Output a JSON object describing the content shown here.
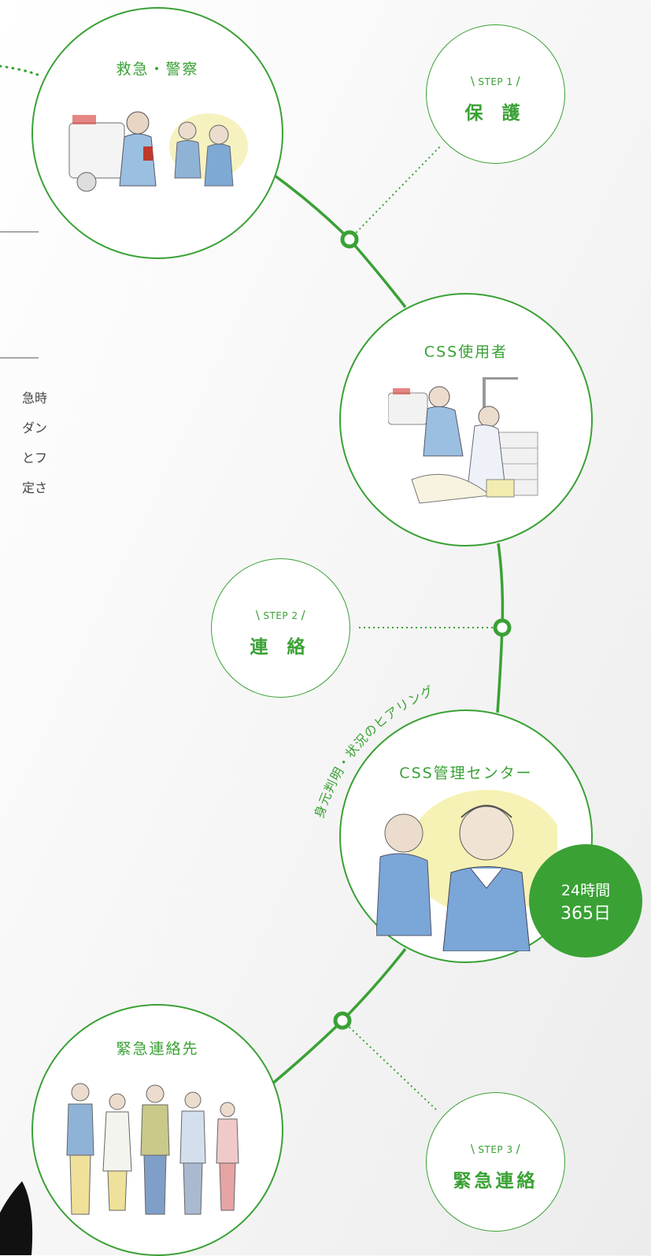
{
  "colors": {
    "green": "#3aa135",
    "light_green": "#7cc47a",
    "background": "#f0f0f0"
  },
  "nodes": [
    {
      "id": "emergency",
      "title": "救急・警察",
      "icon": "police-ambulance-illustration"
    },
    {
      "id": "user",
      "title": "CSS使用者",
      "icon": "rescue-illustration"
    },
    {
      "id": "center",
      "title": "CSS管理センター",
      "icon": "operator-illustration"
    },
    {
      "id": "contacts",
      "title": "緊急連絡先",
      "icon": "family-illustration"
    }
  ],
  "steps": [
    {
      "label": "STEP 1",
      "title": "保 護"
    },
    {
      "label": "STEP 2",
      "title": "連 絡"
    },
    {
      "label": "STEP 3",
      "title": "緊急連絡"
    }
  ],
  "badge": {
    "line1": "24時間",
    "line2": "365日"
  },
  "arc_text": "身元判明・状況のヒアリング",
  "side_text_fragments": [
    "急時",
    "ダン",
    "とフ",
    "定さ"
  ]
}
